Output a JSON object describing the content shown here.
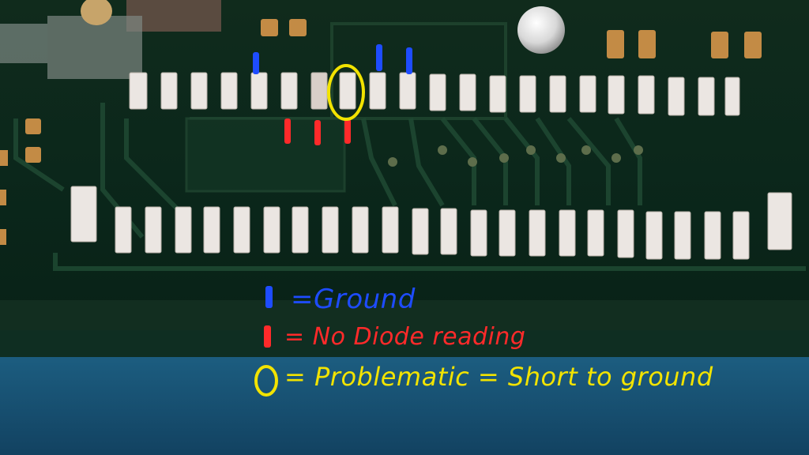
{
  "legend": {
    "ground": {
      "text": "=Ground",
      "color": "#1e4cff"
    },
    "no_diode": {
      "text": "= No Diode reading",
      "color": "#ff2a2a"
    },
    "problematic": {
      "text": "= Problematic = Short to ground",
      "color": "#f2e300"
    }
  },
  "colors": {
    "pcb": "#0b2a1c",
    "pad": "#e8e2dc",
    "copper": "#c38b45",
    "table_blue": "#1a5778"
  }
}
